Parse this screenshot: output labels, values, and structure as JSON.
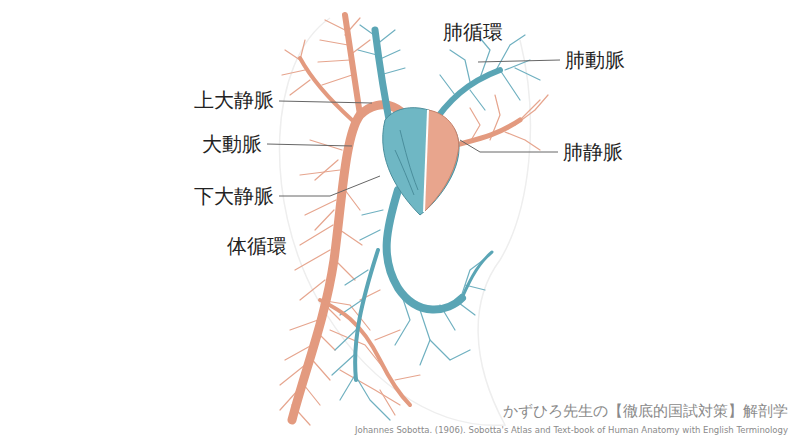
{
  "diagram": {
    "labels": [
      "肺循環",
      "肺動脈",
      "上大静脈",
      "大動脈",
      "肺静脈",
      "下大静脈",
      "体循環",
      "かずひろ先生の【徹底的国試対策】解剖学",
      "Johannes Sobotta. (1906). Sobotta's Atlas and Text-book of Human Anatomy with English Terminology"
    ]
  }
}
